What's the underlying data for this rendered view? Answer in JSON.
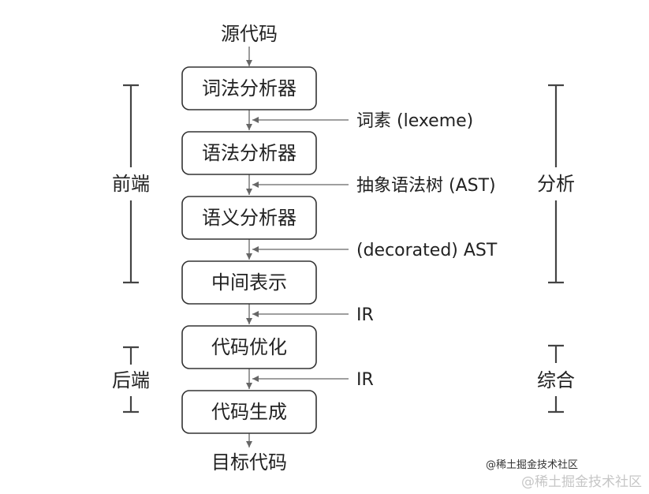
{
  "diagram": {
    "source": "源代码",
    "stages": [
      "词法分析器",
      "语法分析器",
      "语义分析器",
      "中间表示",
      "代码优化",
      "代码生成"
    ],
    "target": "目标代码",
    "edge_labels": [
      "词素 (lexeme)",
      "抽象语法树 (AST)",
      "(decorated) AST",
      "IR",
      "IR"
    ],
    "left_groups": [
      "前端",
      "后端"
    ],
    "right_groups": [
      "分析",
      "综合"
    ]
  },
  "watermark": {
    "small": "@稀土掘金技术社区",
    "large": "@稀土掘金技术社区"
  },
  "colors": {
    "box_border": "#333333",
    "arrow": "#666666",
    "bracket": "#444444",
    "text": "#222222",
    "watermark": "#c6c6c6"
  }
}
